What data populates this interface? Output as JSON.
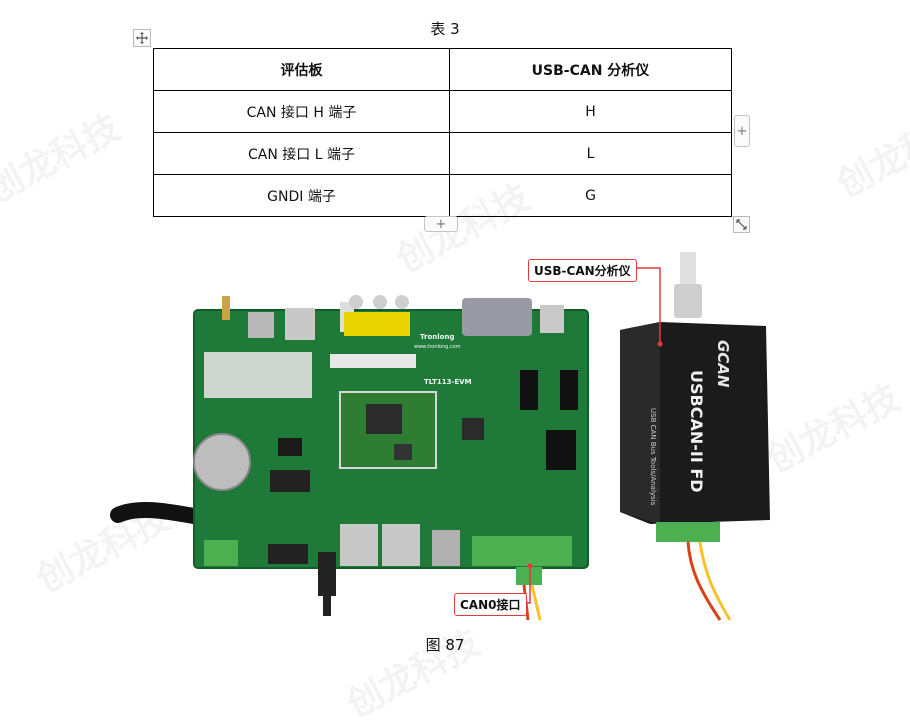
{
  "table": {
    "caption": "表 3",
    "headers": [
      "评估板",
      "USB-CAN 分析仪"
    ],
    "rows": [
      [
        "CAN 接口 H 端子",
        "H"
      ],
      [
        "CAN 接口 L 端子",
        "L"
      ],
      [
        "GNDI 端子",
        "G"
      ]
    ],
    "add_row_label": "+",
    "add_col_label": "+"
  },
  "watermark": "创龙科技",
  "figure": {
    "caption": "图 87",
    "callouts": {
      "analyzer": "USB-CAN分析仪",
      "can0": "CAN0接口"
    },
    "device": {
      "brand": "GCAN",
      "model": "USBCAN-II FD",
      "subtitle": "USB CAN Bus Tools/Analysis"
    },
    "board": {
      "brand": "Tronlong",
      "model": "TLT113-EVM",
      "site": "www.tronlong.com"
    }
  },
  "colors": {
    "pcb": "#1f7a3a",
    "callout_border": "#e23b3b",
    "device_body": "#1b1b1b",
    "terminal": "#4caf50"
  }
}
